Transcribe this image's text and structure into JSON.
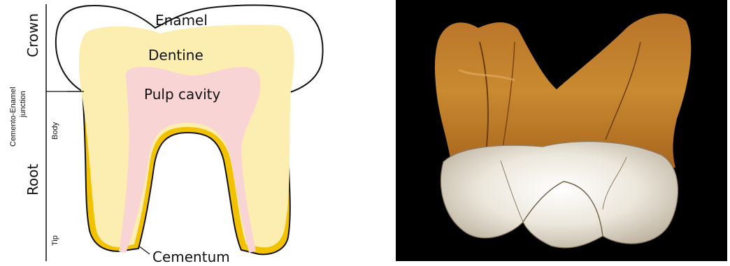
{
  "diagram": {
    "labels": {
      "enamel": "Enamel",
      "dentine": "Dentine",
      "pulp_cavity": "Pulp cavity",
      "cementum": "Cementum",
      "crown": "Crown",
      "root": "Root",
      "junction_line1": "Cemento-Enamel",
      "junction_line2": "junction",
      "body": "Body",
      "tip": "Tip"
    },
    "colors": {
      "enamel": "#ffffff",
      "dentine": "#fbeeb0",
      "pulp": "#f9d4d4",
      "cementum": "#f2c200",
      "outline": "#111111"
    }
  },
  "photo": {
    "subject": "fossil molar tooth",
    "background": "#000000"
  }
}
